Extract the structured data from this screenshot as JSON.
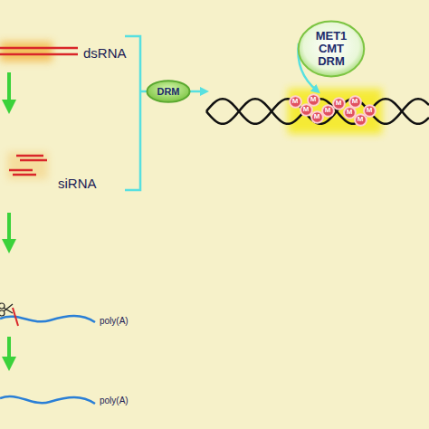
{
  "diagram": {
    "nodes": [
      {
        "text": [
          "DRM"
        ]
      },
      {
        "text": [
          "MET1 CMT DRM"
        ]
      },
      {
        "text": [
          "M"
        ]
      },
      {
        "text": [
          "M"
        ]
      },
      {
        "text": [
          "M"
        ]
      },
      {
        "text": [
          "M"
        ]
      },
      {
        "text": [
          "M"
        ]
      },
      {
        "text": [
          "M"
        ]
      },
      {
        "text": [
          "M"
        ]
      },
      {
        "text": [
          "M"
        ]
      },
      {
        "text": [
          "M"
        ]
      },
      {
        "text": [
          "M"
        ]
      }
    ],
    "labels": [
      "dsRNA",
      "siRNA",
      "poly(A)",
      "poly(A)"
    ]
  }
}
